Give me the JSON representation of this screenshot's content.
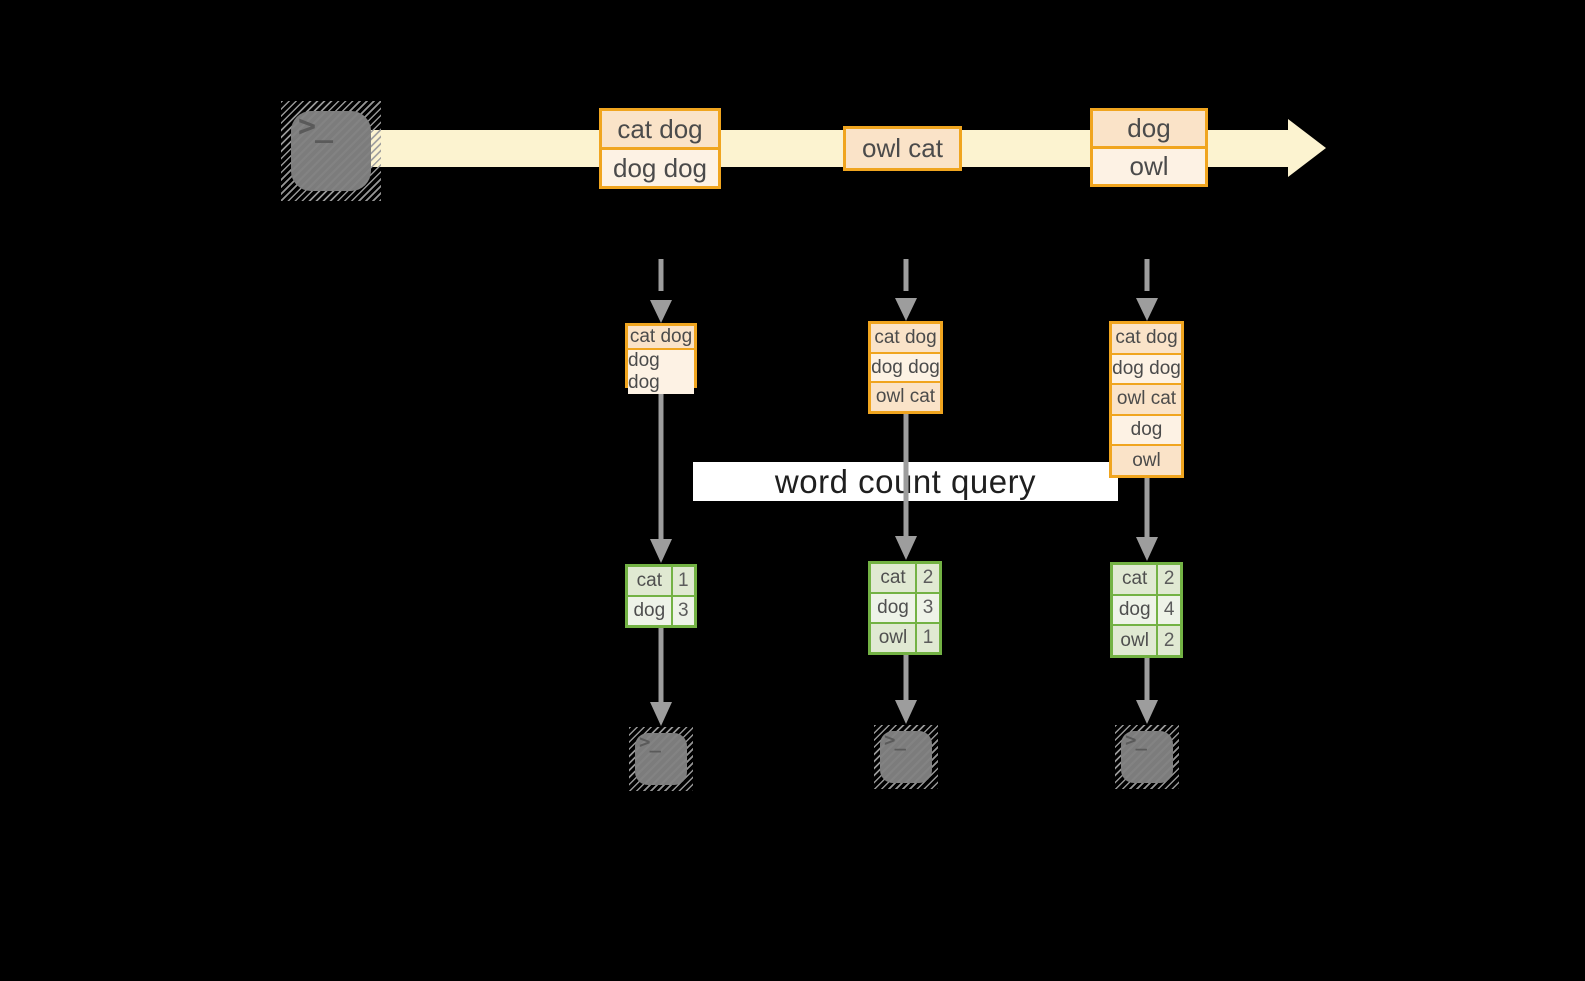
{
  "colors": {
    "background": "#000000",
    "stream_arrow": "#fcf3d0",
    "record_border": "#f0a51f",
    "record_fill_dark": "#fae3c8",
    "record_fill_light": "#fdf2e4",
    "table_border": "#73b244",
    "table_fill_dark": "#e0e9d2",
    "table_fill_light": "#eef3e8",
    "flow_arrow_gray": "#9d9d9d",
    "terminal_gray": "#7c7c7c"
  },
  "source": {
    "prompt": ">_"
  },
  "stream": {
    "events": [
      {
        "records": [
          "cat dog",
          "dog dog"
        ]
      },
      {
        "records": [
          "owl cat"
        ]
      },
      {
        "records": [
          "dog",
          "owl"
        ]
      }
    ]
  },
  "query": {
    "label": "word count query"
  },
  "stages": [
    {
      "buffered_records": [
        "cat dog",
        "dog dog"
      ],
      "counts": [
        {
          "word": "cat",
          "count": "1"
        },
        {
          "word": "dog",
          "count": "3"
        }
      ],
      "sink_prompt": ">_"
    },
    {
      "buffered_records": [
        "cat dog",
        "dog dog",
        "owl cat"
      ],
      "counts": [
        {
          "word": "cat",
          "count": "2"
        },
        {
          "word": "dog",
          "count": "3"
        },
        {
          "word": "owl",
          "count": "1"
        }
      ],
      "sink_prompt": ">_"
    },
    {
      "buffered_records": [
        "cat dog",
        "dog dog",
        "owl cat",
        "dog",
        "owl"
      ],
      "counts": [
        {
          "word": "cat",
          "count": "2"
        },
        {
          "word": "dog",
          "count": "4"
        },
        {
          "word": "owl",
          "count": "2"
        }
      ],
      "sink_prompt": ">_"
    }
  ]
}
